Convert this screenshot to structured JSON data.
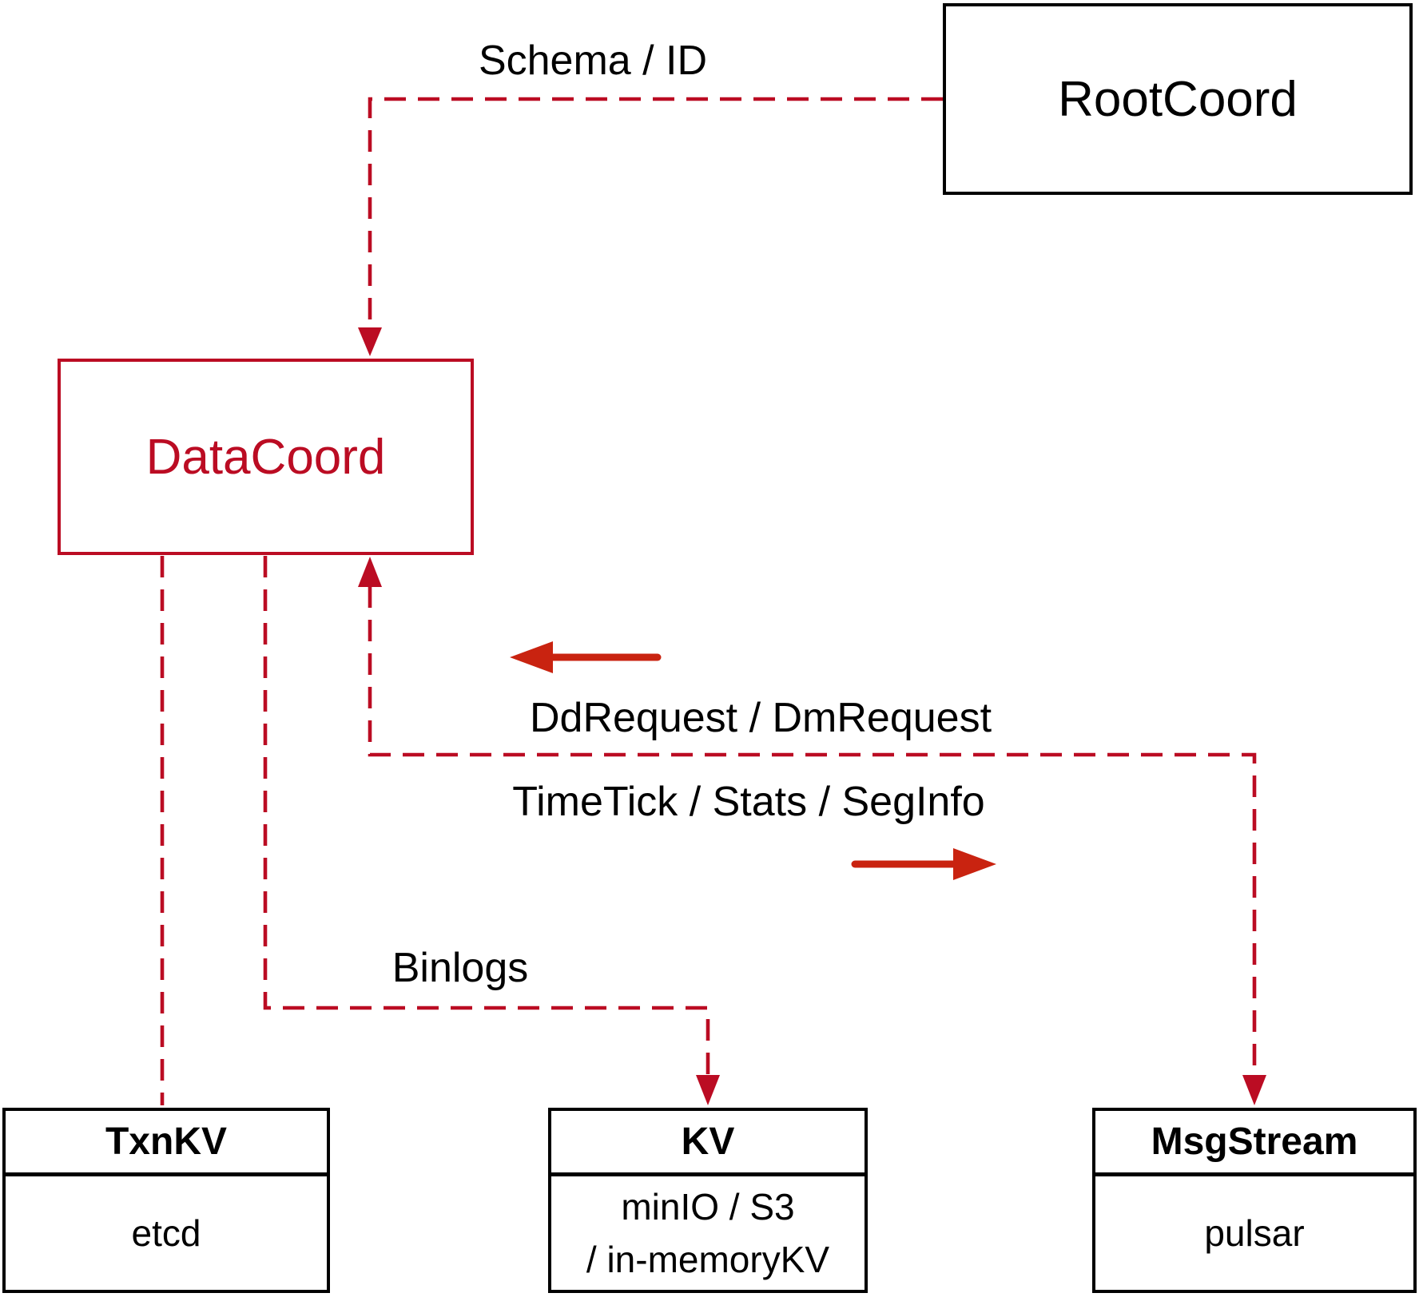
{
  "colors": {
    "dashed-red": "#bb0c23",
    "solid-red": "#c92310",
    "box-black": "#000000",
    "text-black": "#000000",
    "bg": "#ffffff"
  },
  "nodes": {
    "rootcoord": {
      "label": "RootCoord"
    },
    "datacoord": {
      "label": "DataCoord"
    },
    "txnkv": {
      "title": "TxnKV",
      "body": "etcd"
    },
    "kv": {
      "title": "KV",
      "lines": [
        "minIO / S3",
        "/ in-memoryKV"
      ]
    },
    "msgstream": {
      "title": "MsgStream",
      "body": "pulsar"
    }
  },
  "edge_labels": {
    "schema_id": "Schema / ID",
    "dd_request": "DdRequest / DmRequest",
    "time_tick": "TimeTick / Stats / SegInfo",
    "binlogs": "Binlogs"
  }
}
